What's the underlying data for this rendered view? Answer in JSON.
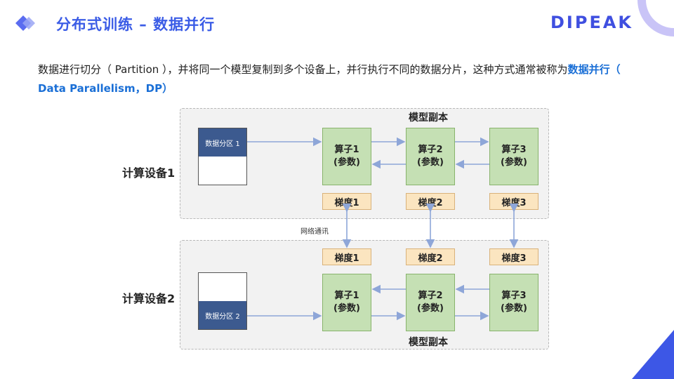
{
  "header": {
    "title": "分布式训练 – 数据并行",
    "brand": "DIPEAK",
    "colors": {
      "accent": "#3b5ce6",
      "highlight": "#1a6fd6"
    }
  },
  "intro": {
    "text_before": "数据进行切分（ Partition ），并将同一个模型复制到多个设备上，并行执行不同的数据分片，这种方式通常被称为",
    "highlight": "数据并行（ Data Parallelism，DP）"
  },
  "diagram": {
    "top_region_title": "模型副本",
    "bottom_region_title": "模型副本",
    "device1_label": "计算设备1",
    "device2_label": "计算设备2",
    "partition1_label": "数据分区 1",
    "partition2_label": "数据分区 2",
    "network_label": "网络通讯",
    "device1": {
      "ops": [
        {
          "name": "算子1",
          "sub": "(参数)"
        },
        {
          "name": "算子2",
          "sub": "(参数)"
        },
        {
          "name": "算子3",
          "sub": "(参数)"
        }
      ],
      "grads": [
        "梯度1",
        "梯度2",
        "梯度3"
      ]
    },
    "device2": {
      "ops": [
        {
          "name": "算子1",
          "sub": "(参数)"
        },
        {
          "name": "算子2",
          "sub": "(参数)"
        },
        {
          "name": "算子3",
          "sub": "(参数)"
        }
      ],
      "grads": [
        "梯度1",
        "梯度2",
        "梯度3"
      ]
    }
  }
}
